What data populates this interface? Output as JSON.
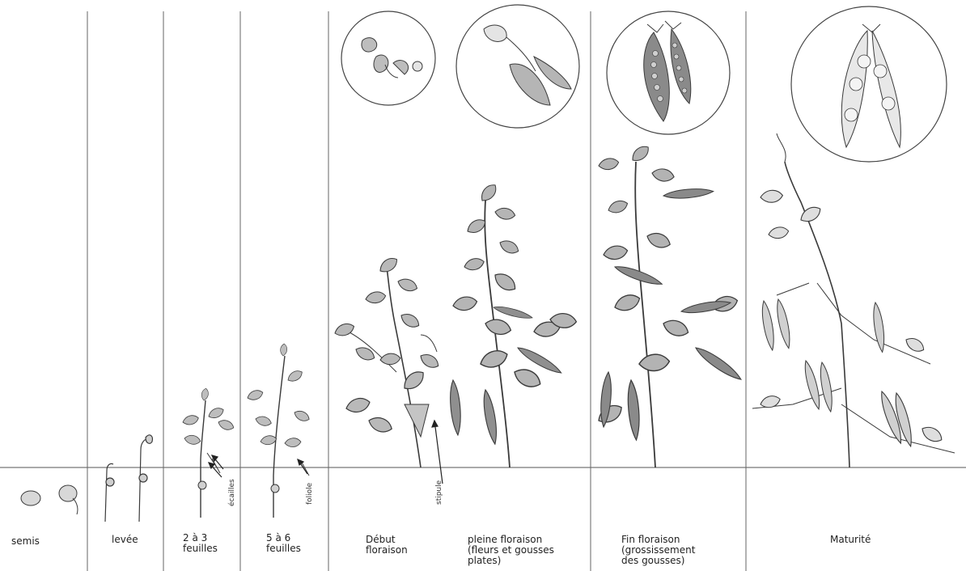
{
  "stages": [
    {
      "id": "semis",
      "label": "semis"
    },
    {
      "id": "levee",
      "label": "levée"
    },
    {
      "id": "trois-feuilles",
      "label": "2 à 3\nfeuilles"
    },
    {
      "id": "six-feuilles",
      "label": "5 à 6\nfeuilles"
    },
    {
      "id": "debut-floraison",
      "label": "Début\nfloraison"
    },
    {
      "id": "pleine-floraison",
      "label": "pleine floraison\n(fleurs et gousses\nplates)"
    },
    {
      "id": "fin-floraison",
      "label": "Fin floraison\n(grossissement\ndes gousses)"
    },
    {
      "id": "maturite",
      "label": "Maturité"
    }
  ],
  "annotations": {
    "ecailles": "écailles",
    "foliole": "foliole",
    "stipule": "stipule"
  },
  "colors": {
    "leaf": "#b9b9b9",
    "leaf_dark": "#a4a4a4",
    "pod": "#8f8f8f",
    "stroke": "#3a3a3a"
  }
}
